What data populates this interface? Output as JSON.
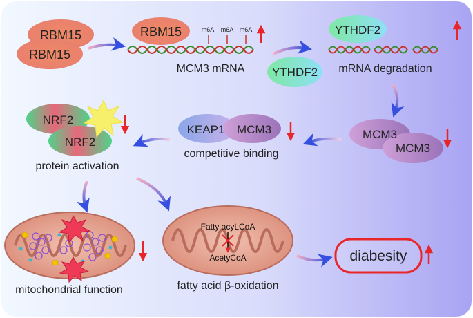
{
  "nodes": {
    "rbm15_a": "RBM15",
    "rbm15_b": "RBM15",
    "rbm15_mrna": "RBM15",
    "m6a": [
      "m6A",
      "m6A",
      "m6A"
    ],
    "mcm3_mrna": "MCM3 mRNA",
    "ythdf2_top": "YTHDF2",
    "ythdf2_bottom": "YTHDF2",
    "mrna_degradation": "mRNA degradation",
    "mcm3_a": "MCM3",
    "mcm3_b": "MCM3",
    "keap1": "KEAP1",
    "mcm3_bound": "MCM3",
    "competitive_binding": "competitive binding",
    "nrf2_a": "NRF2",
    "nrf2_b": "NRF2",
    "protein_activation": "protein activation",
    "mitochondrial_function": "mitochondrial function",
    "fatty_acyl_coa": "Fatty acyLCoA",
    "acetyl_coa": "AcetyCoA",
    "fatty_acid_oxidation": "fatty acid β-oxidation",
    "diabesity": "diabesity"
  },
  "colors": {
    "background_left": "#eef5ff",
    "background_right": "#a9a4f3",
    "up_arrow": "#e8262a",
    "down_arrow": "#e8262a",
    "flow_arrow": "#3a4fe0",
    "rbm15": "#e27048",
    "ythdf2": "#6fe3c8",
    "mcm3": "#a57ac0",
    "nrf2": "#e05c68",
    "mitochondria": "#e8a596",
    "diabesity_border": "#e8262a"
  }
}
